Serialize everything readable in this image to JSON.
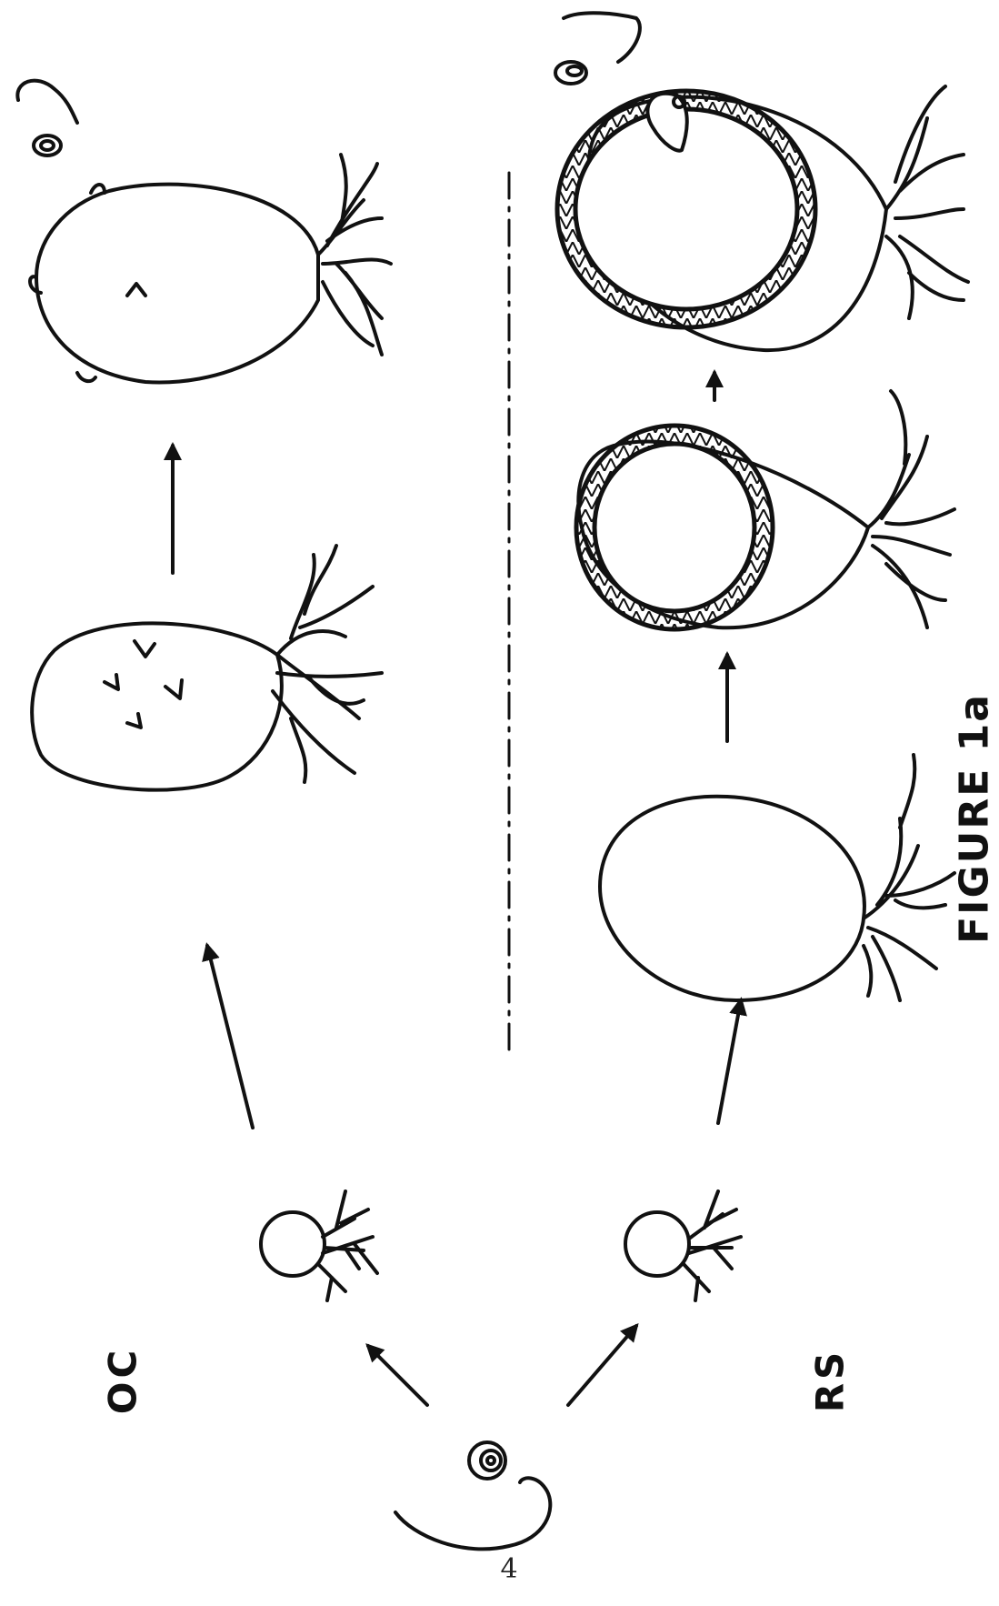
{
  "labels": {
    "oc": "OC",
    "rs": "RS",
    "figure": "FIGURE 1a"
  },
  "page_number": "4",
  "colors": {
    "ink": "#111111",
    "background": "#ffffff"
  }
}
